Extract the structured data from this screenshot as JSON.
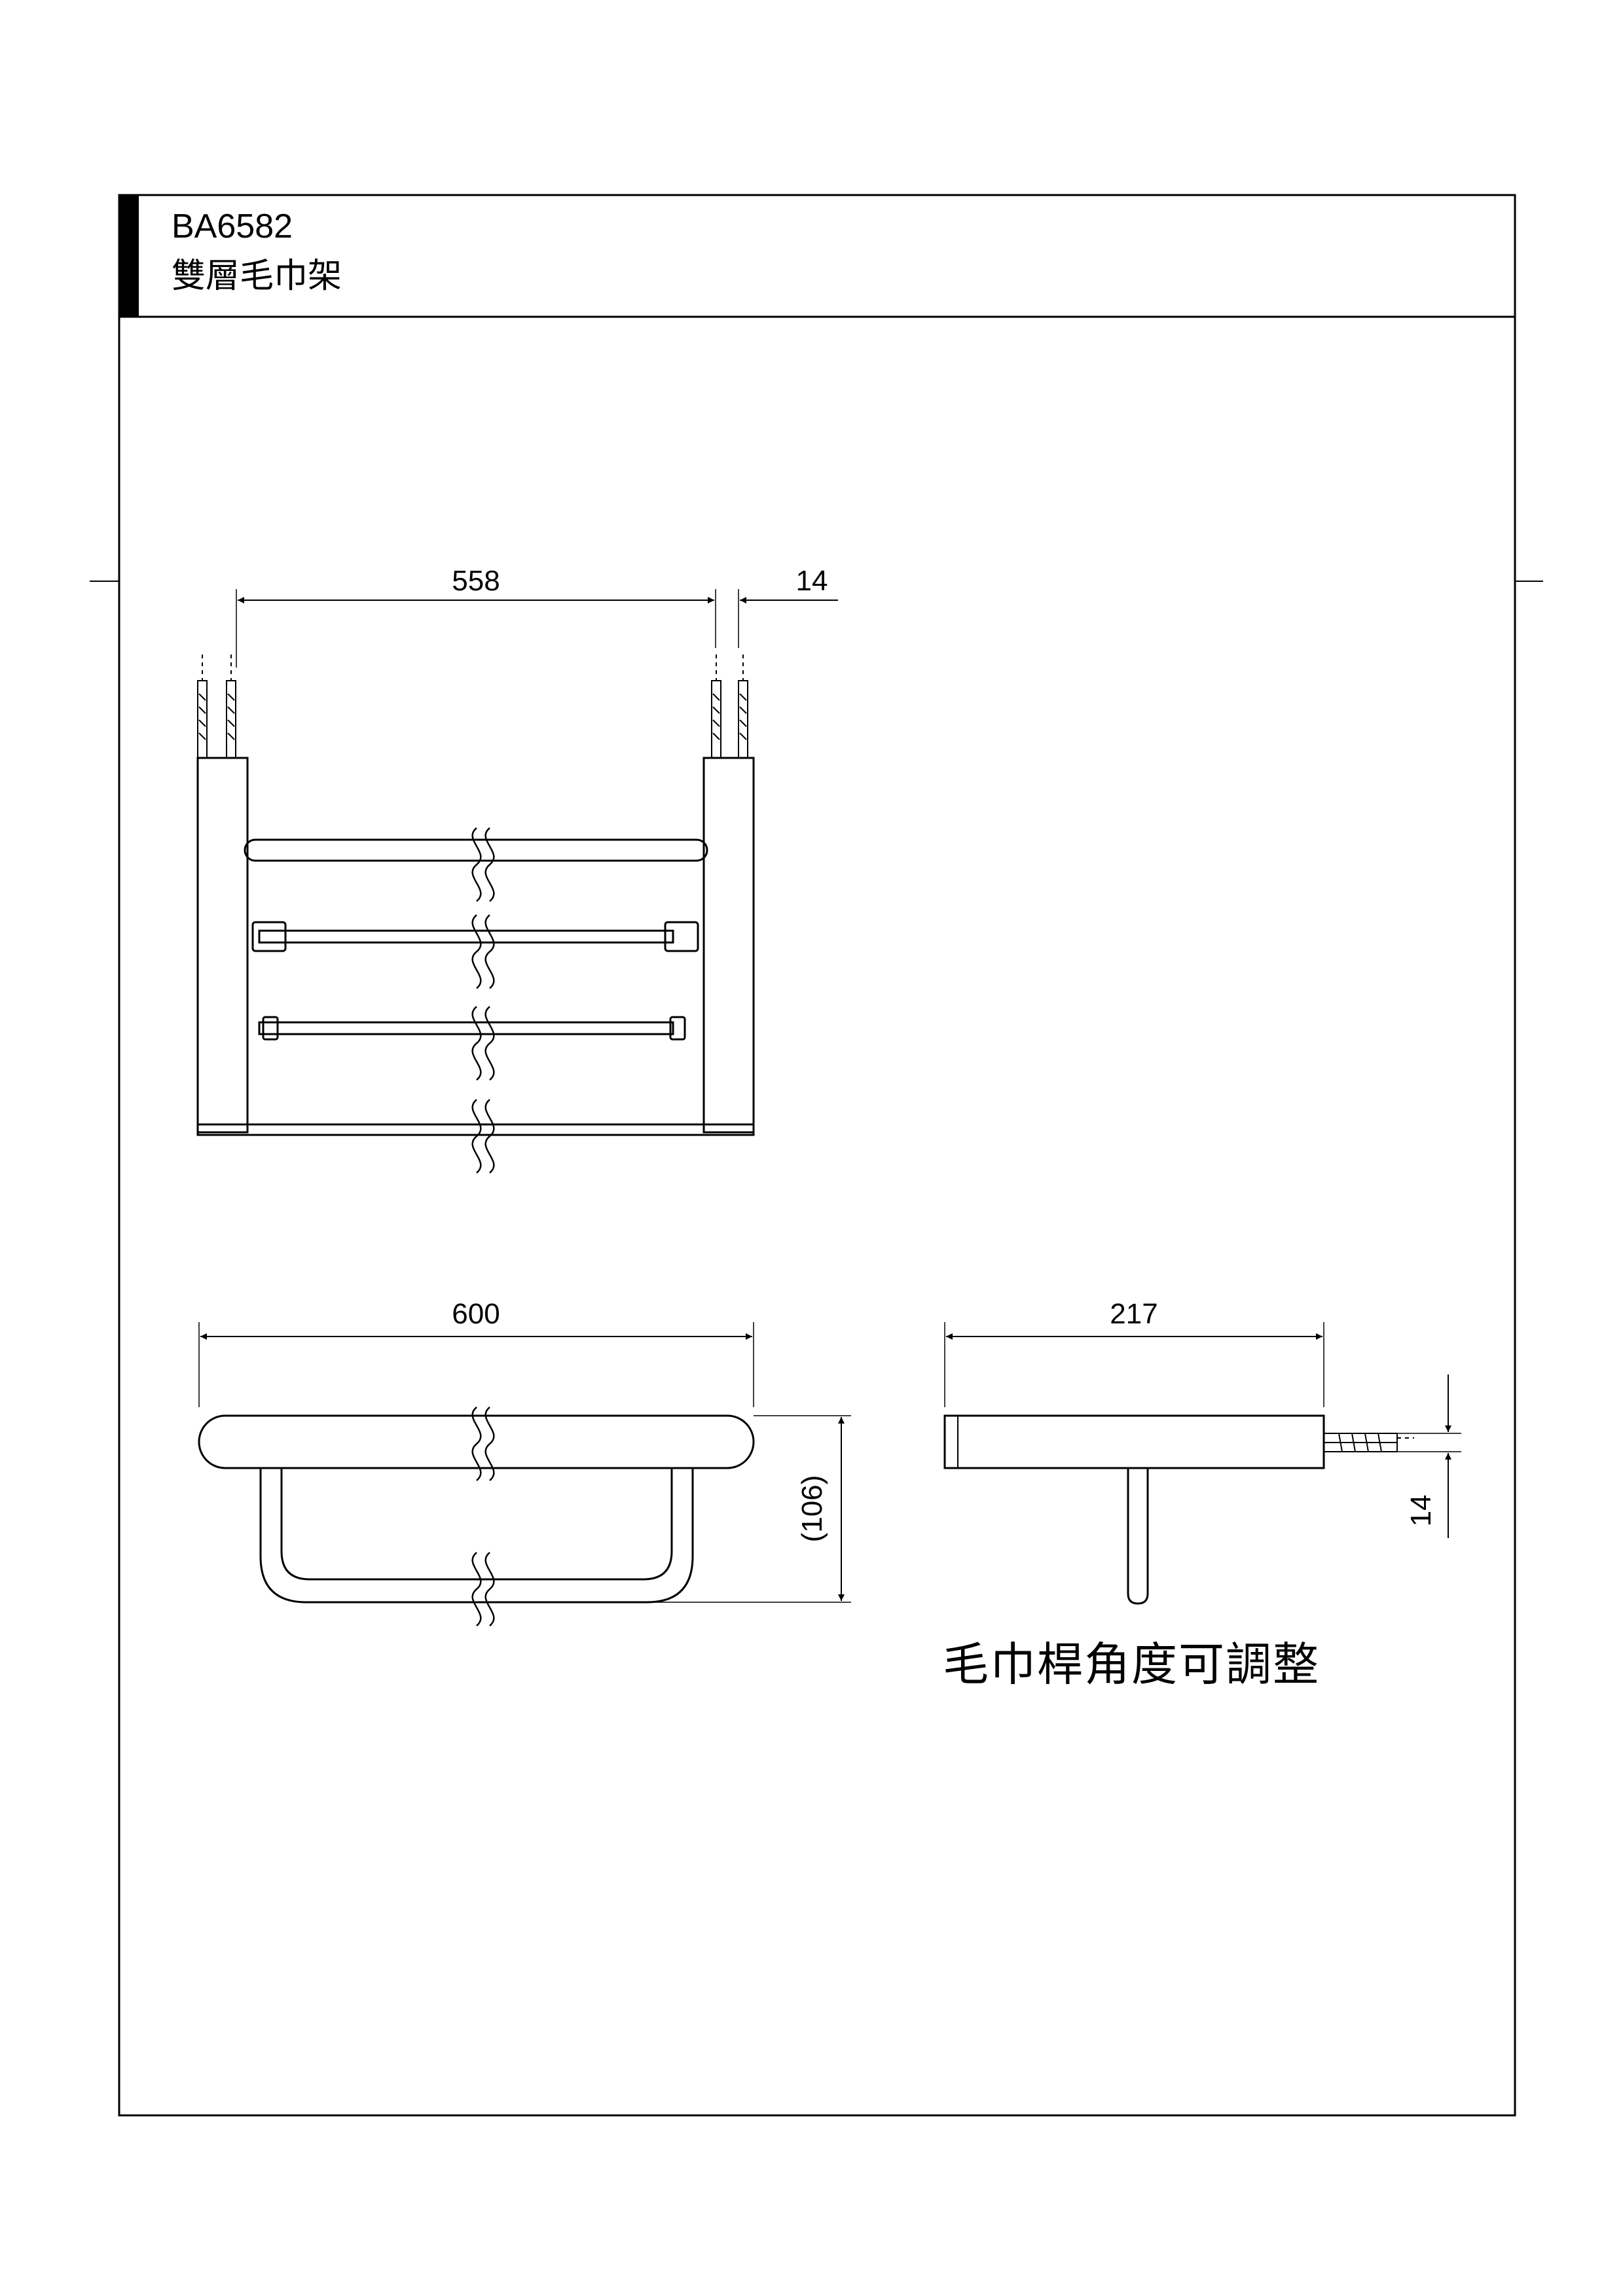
{
  "header": {
    "model_code": "BA6582",
    "product_name": "雙層毛巾架"
  },
  "dimensions": {
    "front_width": "558",
    "front_wall_plate": "14",
    "top_length": "600",
    "top_height": "(106)",
    "side_depth": "217",
    "side_thickness": "14"
  },
  "note": "毛巾桿角度可調整"
}
